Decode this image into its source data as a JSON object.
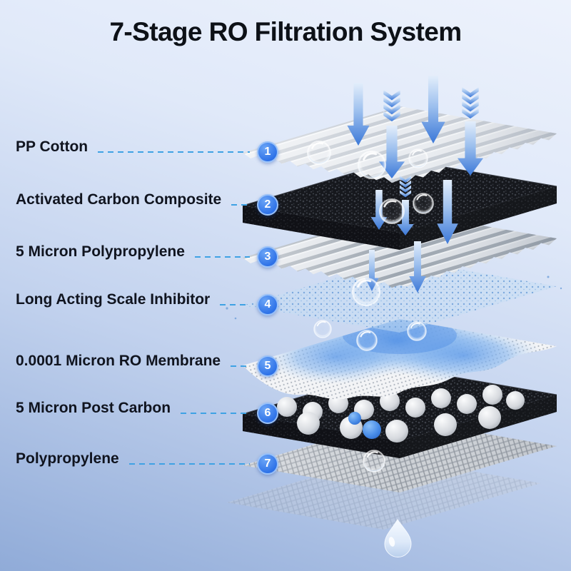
{
  "title": "7-Stage RO Filtration System",
  "stages": [
    {
      "num": "1",
      "label": "PP Cotton"
    },
    {
      "num": "2",
      "label": "Activated Carbon Composite"
    },
    {
      "num": "3",
      "label": "5 Micron Polypropylene"
    },
    {
      "num": "4",
      "label": "Long Acting Scale Inhibitor"
    },
    {
      "num": "5",
      "label": "0.0001 Micron RO Membrane"
    },
    {
      "num": "6",
      "label": "5 Micron Post Carbon"
    },
    {
      "num": "7",
      "label": "Polypropylene"
    }
  ],
  "colors": {
    "background_top": "#edf2fc",
    "background_mid": "#c2d2ee",
    "background_bottom": "#90abd8",
    "title_text": "#0d1117",
    "label_text": "#10141f",
    "badge_blue": "#2e72e8",
    "dash_blue": "#3fa2e4",
    "arrow_blue": "#3b78d8"
  },
  "icons": {
    "flow_arrow": "down-arrow",
    "chevron_flow": "chevron-down",
    "droplet": "water-drop",
    "bubble": "air-bubble"
  }
}
